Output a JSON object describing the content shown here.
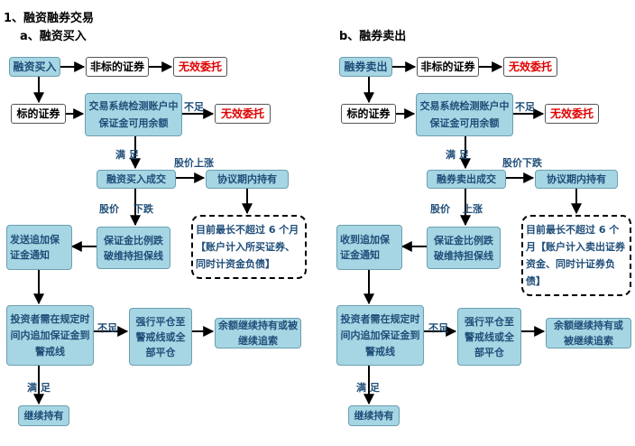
{
  "heading": "1、融资融券交易",
  "left": {
    "title": "a、融资买入",
    "start": "融资买入",
    "non_target": "非标的证券",
    "invalid1": "无效委托",
    "target": "标的证券",
    "check": "交易系统检测账户中保证金可用余额",
    "insufficient": "不足",
    "invalid2": "无效委托",
    "sufficient": "满  足",
    "deal": "融资买入成交",
    "price_move": "股价上涨",
    "hold": "协议期内持有",
    "note": "目前最长不超过 6 个月【账户计入所买证券、同时计资金负债】",
    "price_label": "股价",
    "price_dir": "下跌",
    "ratio": "保证金比例跌破维持担保线",
    "notify": "发送追加保证金通知",
    "deadline": "投资者需在规定时间内追加保证金到警戒线",
    "insufficient2": "不足",
    "force": "强行平仓至警戒线或全部平仓",
    "remaining": "余额继续持有或被继续追索",
    "sufficient2": "满  足",
    "continue": "继续持有"
  },
  "right": {
    "title": "b、融券卖出",
    "start": "融券卖出",
    "non_target": "非标的证券",
    "invalid1": "无效委托",
    "target": "标的证券",
    "check": "交易系统检测账户中保证金可用余额",
    "insufficient": "不足",
    "invalid2": "无效委托",
    "sufficient": "满  足",
    "deal": "融券卖出成交",
    "price_move": "股价下跌",
    "hold": "协议期内持有",
    "note": "目前最长不超过 6 个月【账户计入卖出证券资金、同时计证券负债】",
    "price_label": "股价",
    "price_dir": "上涨",
    "ratio": "保证金比例跌破维持担保线",
    "notify": "收到追加保证金通知",
    "deadline": "投资者需在规定时间内追加保证金到警戒线",
    "insufficient2": "不足",
    "force": "强行平仓至警戒线或全部平仓",
    "remaining": "余额继续持有或被继续追索",
    "sufficient2": "满  足",
    "continue": "继续持有"
  }
}
